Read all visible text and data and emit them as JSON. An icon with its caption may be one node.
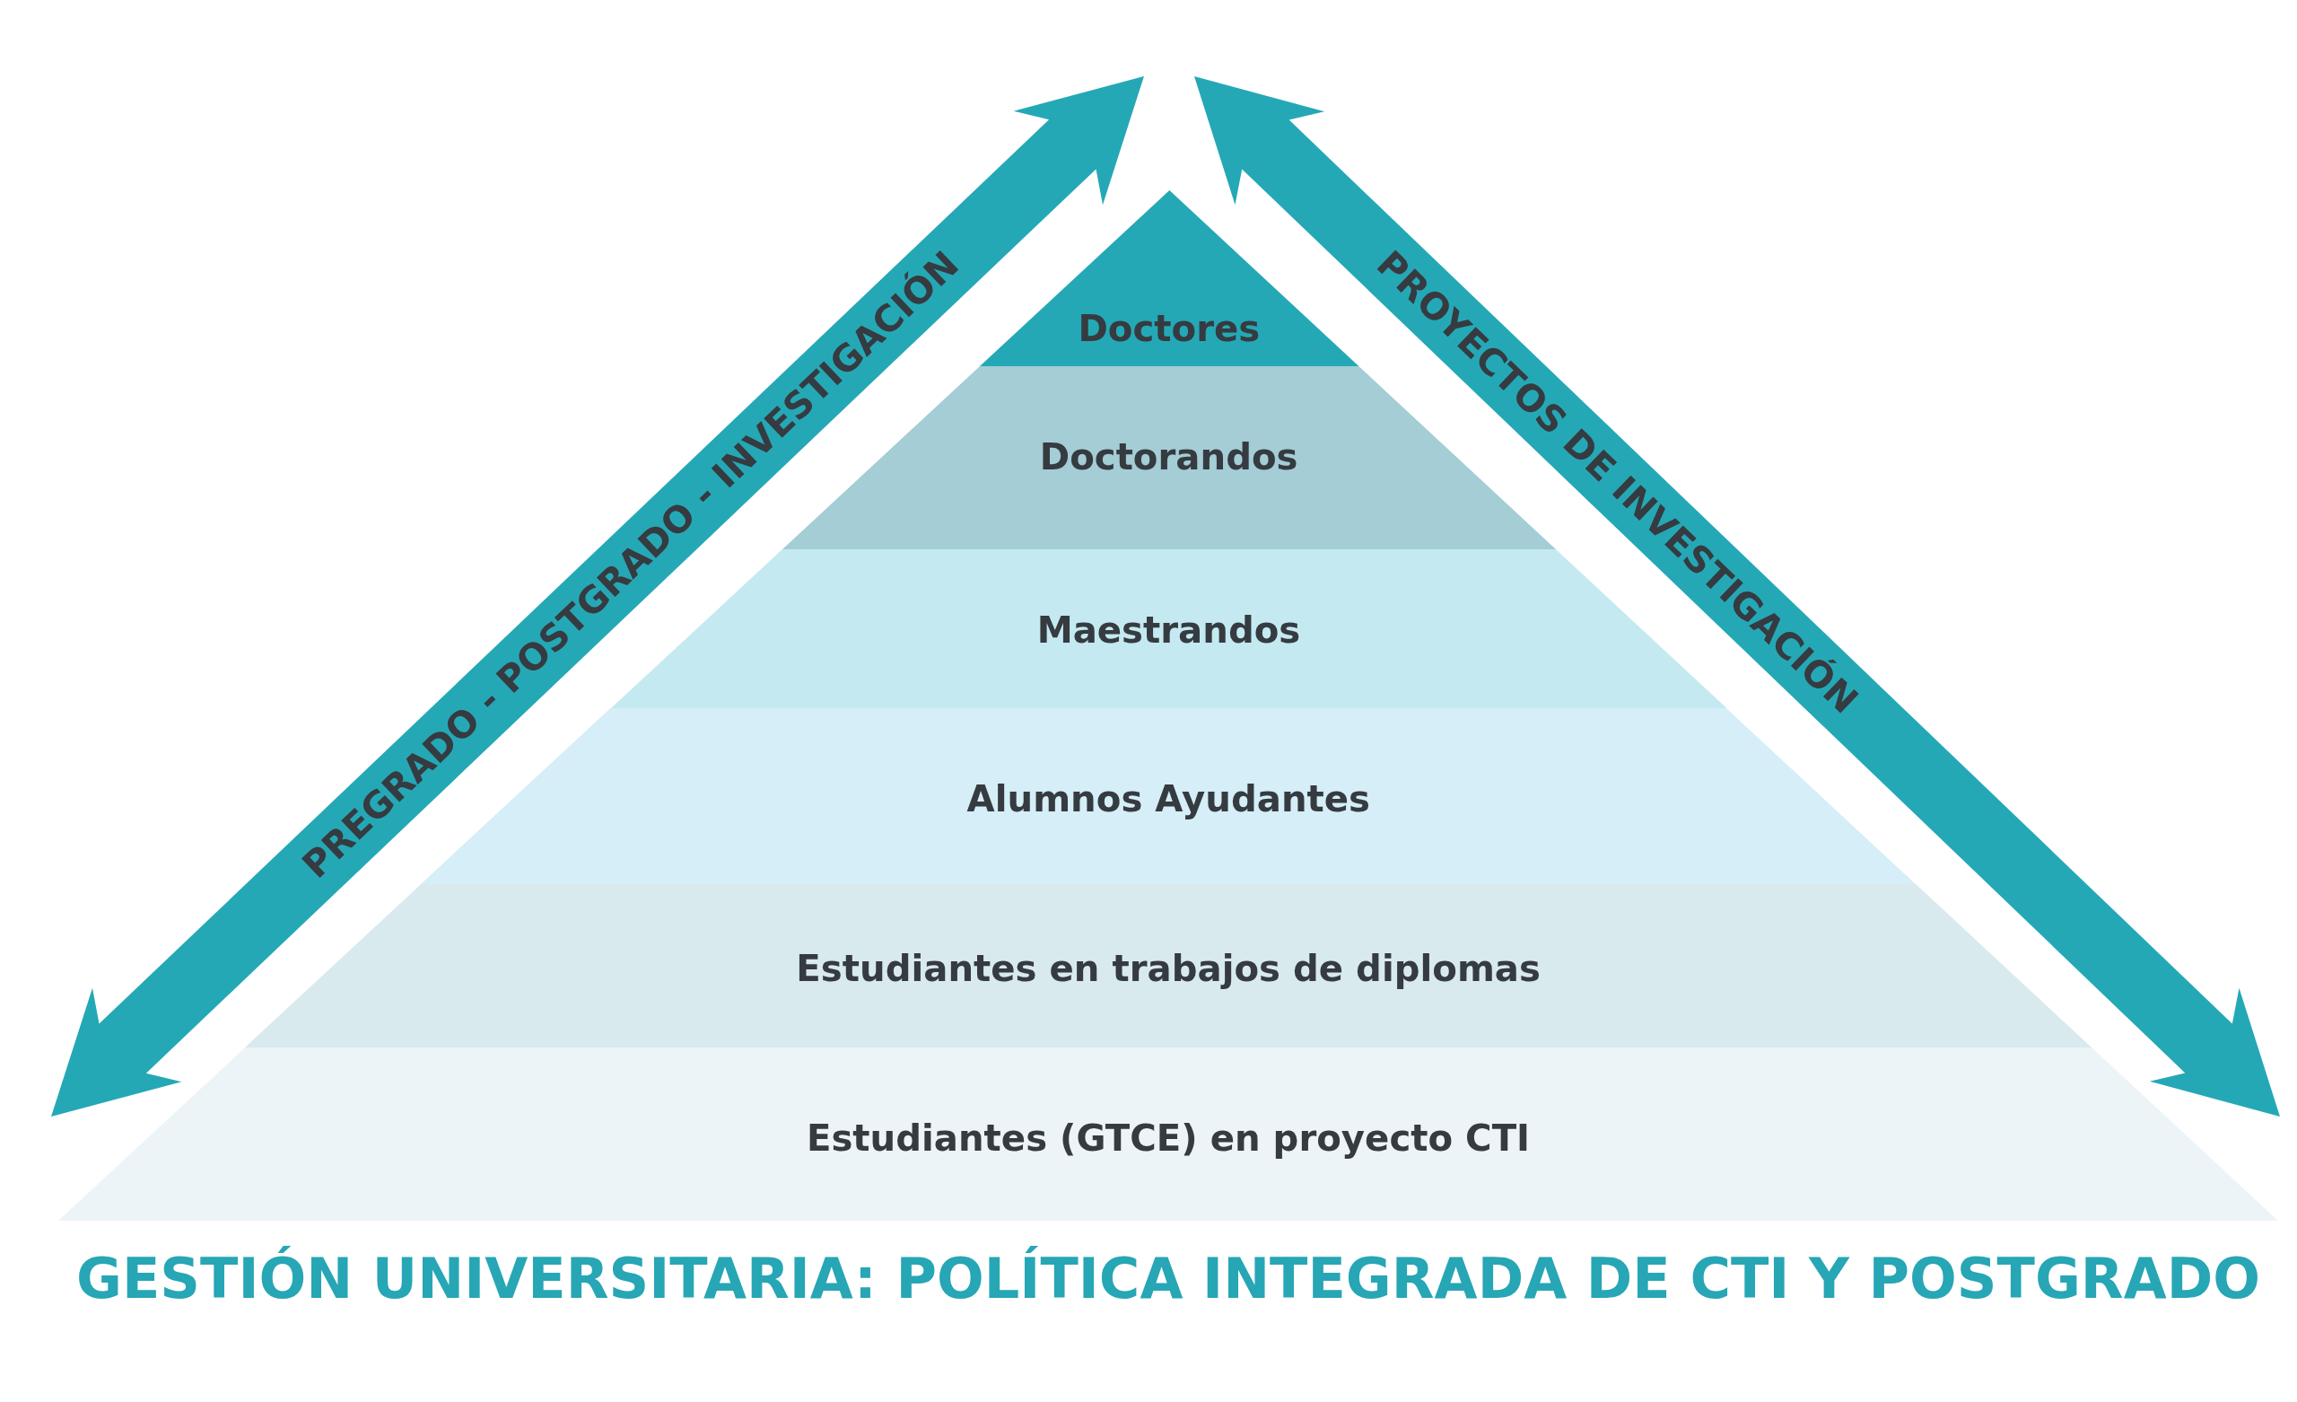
{
  "diagram": {
    "title": "GESTIÓN UNIVERSITARIA: POLÍTICA INTEGRADA DE CTI Y POSTGRADO",
    "nodes": [
      {
        "text": [
          "Doctores"
        ]
      },
      {
        "text": [
          "Doctorandos"
        ]
      },
      {
        "text": [
          "Maestrandos"
        ]
      },
      {
        "text": [
          "Alumnos Ayudantes"
        ]
      },
      {
        "text": [
          "Estudiantes en trabajos de diplomas"
        ]
      },
      {
        "text": [
          "Estudiantes (GTCE) en proyecto CTI"
        ]
      }
    ],
    "labels": [
      "PREGRADO - POSTGRADO - INVESTIGACIÓN",
      "PROYECTOS DE INVESTIGACIÓN"
    ]
  }
}
